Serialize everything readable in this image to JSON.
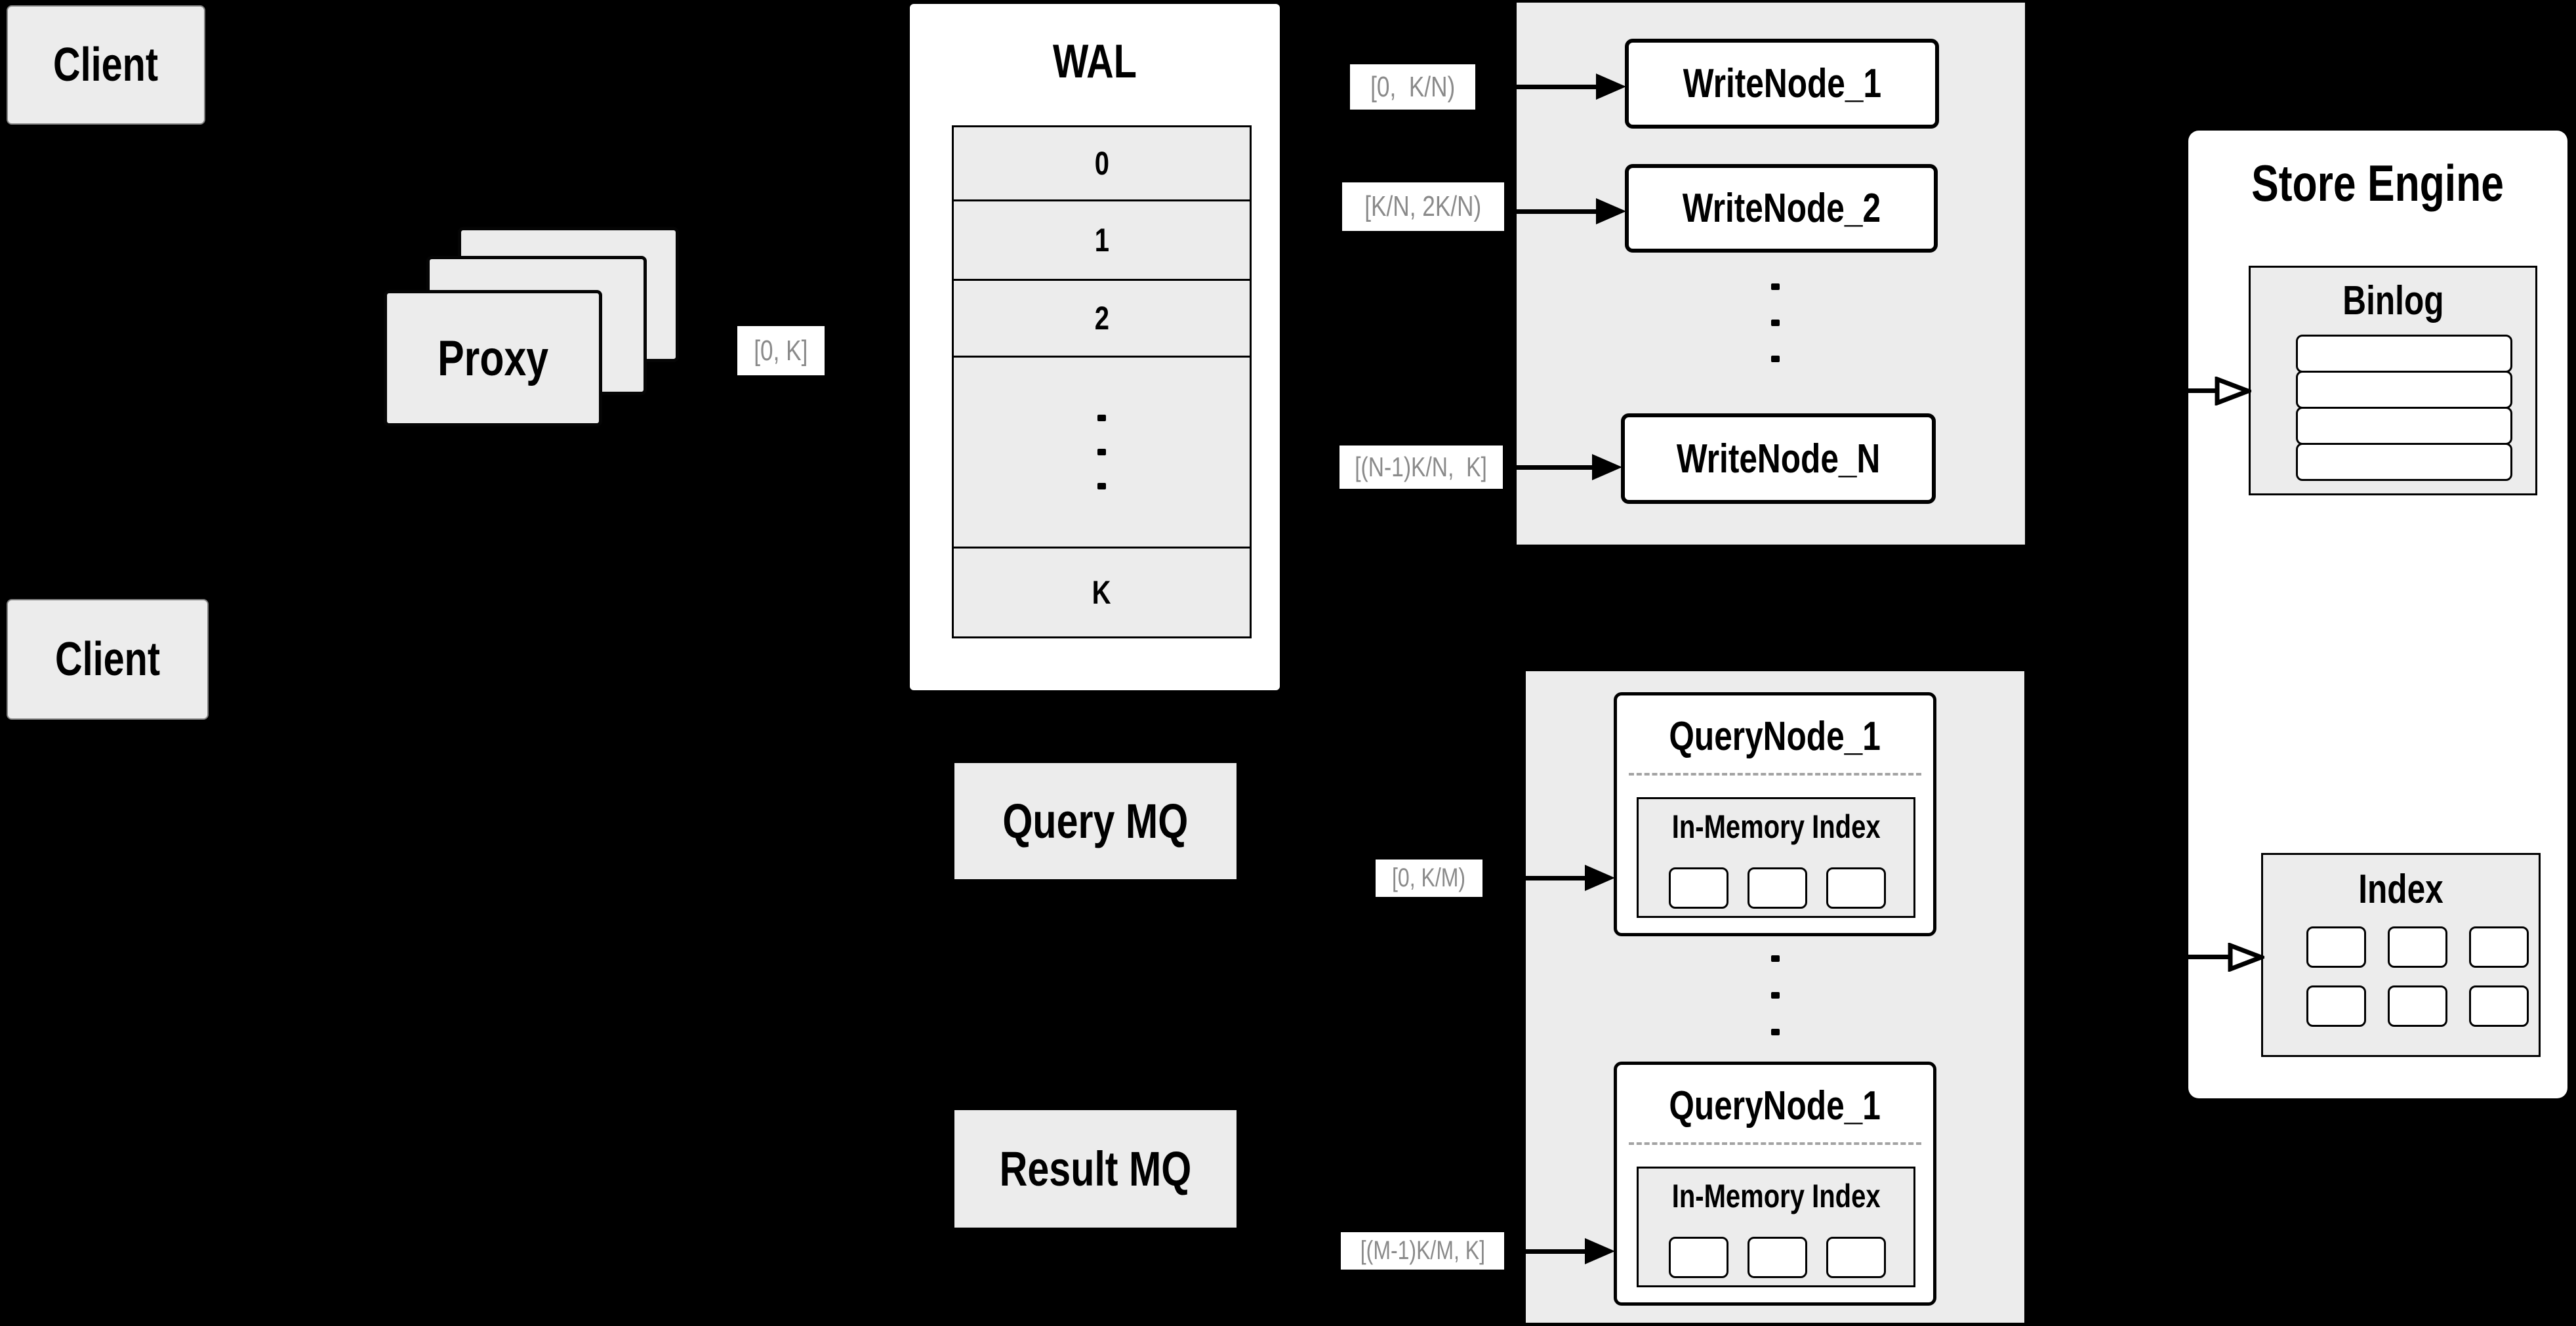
{
  "background": "#000000",
  "palette": {
    "panel_gray": "#ececec",
    "white": "#ffffff",
    "black": "#000000",
    "muted_label_text": "#8a8a8a"
  },
  "clients": {
    "top": "Client",
    "bottom": "Client"
  },
  "proxy": {
    "label": "Proxy",
    "range": "[0, K]"
  },
  "wal": {
    "title": "WAL",
    "rows": [
      "0",
      "1",
      "2"
    ],
    "last_row": "K"
  },
  "write_nodes": {
    "items": [
      {
        "range": "[0,  K/N)",
        "label": "WriteNode_1"
      },
      {
        "range": "[K/N, 2K/N)",
        "label": "WriteNode_2"
      },
      {
        "range": "[(N-1)K/N,  K]",
        "label": "WriteNode_N"
      }
    ]
  },
  "store_engine": {
    "title": "Store Engine",
    "binlog_title": "Binlog",
    "index_title": "Index"
  },
  "mq": {
    "query": "Query MQ",
    "result": "Result MQ"
  },
  "query_nodes": {
    "items": [
      {
        "range": "[0, K/M)",
        "label": "QueryNode_1",
        "inner_title": "In-Memory Index"
      },
      {
        "range": "[(M-1)K/M, K]",
        "label": "QueryNode_1",
        "inner_title": "In-Memory Index"
      }
    ]
  }
}
